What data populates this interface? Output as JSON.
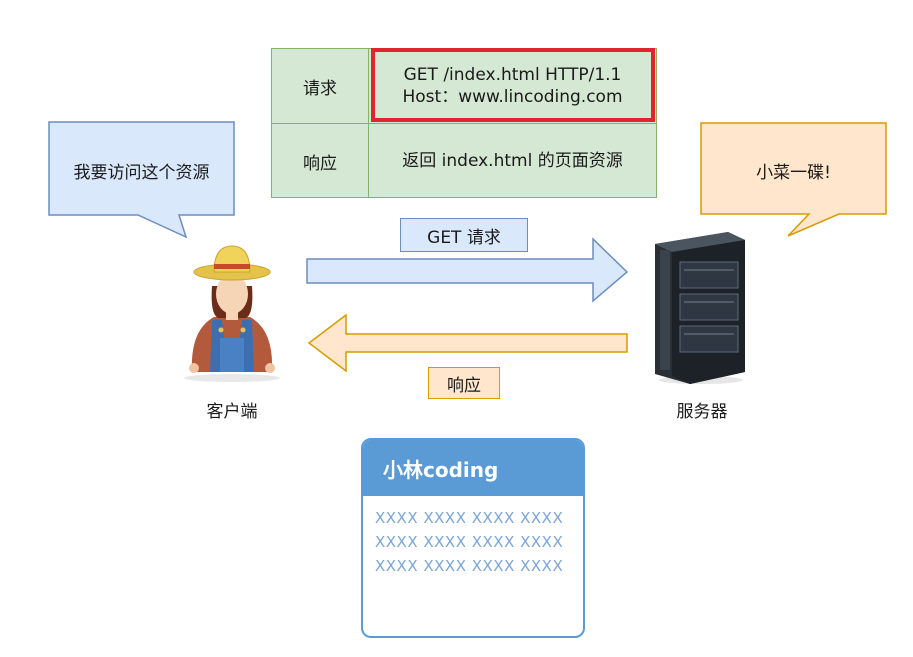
{
  "client_bubble": {
    "text": "我要访问这个资源"
  },
  "server_bubble": {
    "text": "小菜一碟!"
  },
  "table": {
    "rows": [
      {
        "label": "请求",
        "lines": [
          "GET /index.html HTTP/1.1",
          "Host：www.lincoding.com"
        ],
        "highlighted": true
      },
      {
        "label": "响应",
        "lines": [
          "返回 index.html 的页面资源"
        ],
        "highlighted": false
      }
    ]
  },
  "arrows": {
    "request_label": "GET 请求",
    "response_label": "响应"
  },
  "client": {
    "label": "客户端",
    "icon": "farmer-person-icon"
  },
  "server": {
    "label": "服务器",
    "icon": "server-rack-icon"
  },
  "card": {
    "title": "小林coding",
    "lines": [
      "XXXX XXXX XXXX XXXX",
      "XXXX XXXX XXXX XXXX",
      "XXXX XXXX XXXX XXXX"
    ]
  },
  "colors": {
    "blue_fill": "#dae8fc",
    "blue_stroke": "#6c8ebf",
    "orange_fill": "#ffe6cc",
    "orange_stroke": "#d79b00",
    "green_fill": "#d5e8d4",
    "green_stroke": "#82b366",
    "highlight_red": "#e1252f",
    "card_blue": "#5b9bd5"
  }
}
